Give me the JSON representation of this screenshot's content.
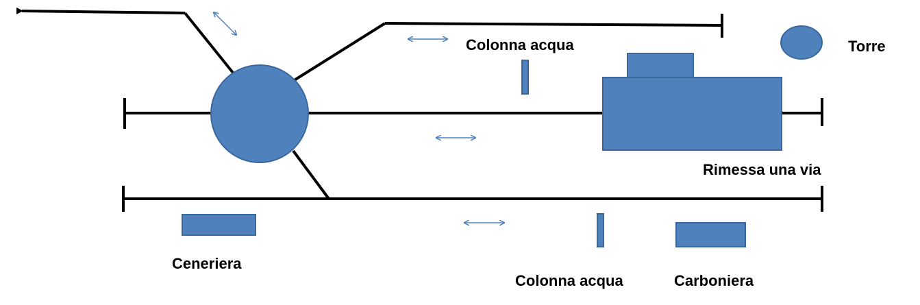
{
  "colors": {
    "track": "#000000",
    "structure_fill": "#4f81bd",
    "structure_stroke": "#3a679e",
    "arrow": "#4f81bd",
    "background": "#ffffff"
  },
  "labels": {
    "water_column_top": "Colonna acqua",
    "tower": "Torre",
    "single_track_shed": "Rimessa una via",
    "ash_pit": "Ceneriera",
    "water_column_bottom": "Colonna acqua",
    "coal_bunker": "Carboniera"
  },
  "icons": {
    "exit_arrow": "arrow-left-icon",
    "movement_arrows": "double-arrow-icon"
  }
}
